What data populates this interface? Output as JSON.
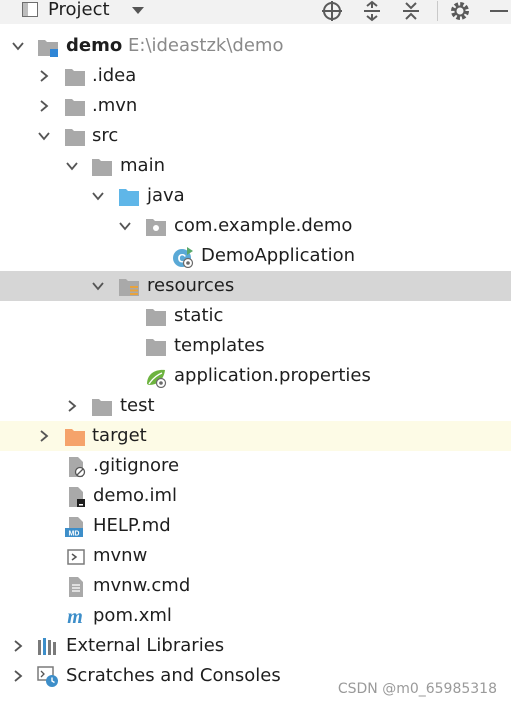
{
  "toolbar": {
    "title": "Project",
    "icons": [
      "project-icon",
      "dropdown-caret-icon",
      "locate-icon",
      "expand-all-icon",
      "collapse-all-icon",
      "gear-icon",
      "hide-icon"
    ]
  },
  "tree": {
    "root": {
      "label": "demo",
      "path": "E:\\ideastzk\\demo"
    },
    "idea": ".idea",
    "mvn": ".mvn",
    "src": "src",
    "main": "main",
    "java": "java",
    "package": "com.example.demo",
    "app_class": "DemoApplication",
    "resources": "resources",
    "static": "static",
    "templates": "templates",
    "app_props": "application.properties",
    "test": "test",
    "target": "target",
    "gitignore": ".gitignore",
    "iml": "demo.iml",
    "help": "HELP.md",
    "mvnw": "mvnw",
    "mvnw_cmd": "mvnw.cmd",
    "pom": "pom.xml",
    "ext_libs": "External Libraries",
    "scratches": "Scratches and Consoles"
  },
  "colors": {
    "folder": "#a9a9a9",
    "source_folder": "#5fb6e8",
    "excluded_folder": "#f5a36b",
    "selected_row": "#d6d6d6",
    "excluded_row": "#fdfbe6"
  },
  "watermark": "CSDN @m0_65985318"
}
